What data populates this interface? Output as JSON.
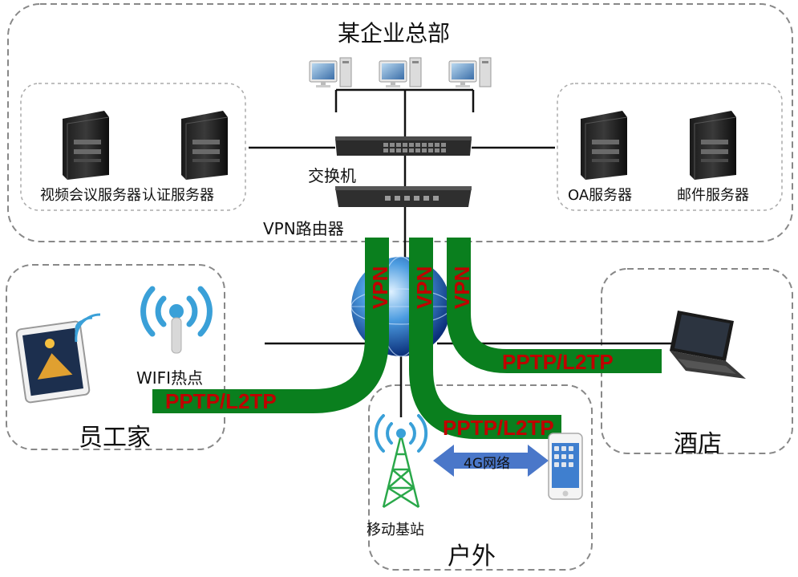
{
  "hq": {
    "title": "某企业总部",
    "switch_label": "交换机",
    "router_label": "VPN路由器",
    "servers_left": [
      "视频会议服务器",
      "认证服务器"
    ],
    "servers_right": [
      "OA服务器",
      "邮件服务器"
    ]
  },
  "sites": {
    "home": {
      "label": "员工家",
      "hotspot_label": "WIFI热点"
    },
    "hotel": {
      "label": "酒店"
    },
    "outdoor": {
      "label": "户外",
      "tower_label": "移动基站",
      "link_label": "4G网络"
    }
  },
  "tunnels": {
    "vpn_labels": [
      "VPN",
      "VPN",
      "VPN"
    ],
    "protocol_labels": [
      "PPTP/L2TP",
      "PPTP/L2TP",
      "PPTP/L2TP"
    ]
  },
  "colors": {
    "tunnel": "#0a7f1e",
    "tunnel_text": "#c00000",
    "dashed_border": "#888888",
    "arrow": "#4a77c9",
    "tower": "#2aa84a",
    "wifi": "#3aa0d8"
  },
  "icons": [
    "desktop-icon",
    "server-icon",
    "switch-icon",
    "router-icon",
    "globe-icon",
    "wifi-icon",
    "tablet-icon",
    "laptop-icon",
    "phone-icon",
    "tower-icon"
  ]
}
